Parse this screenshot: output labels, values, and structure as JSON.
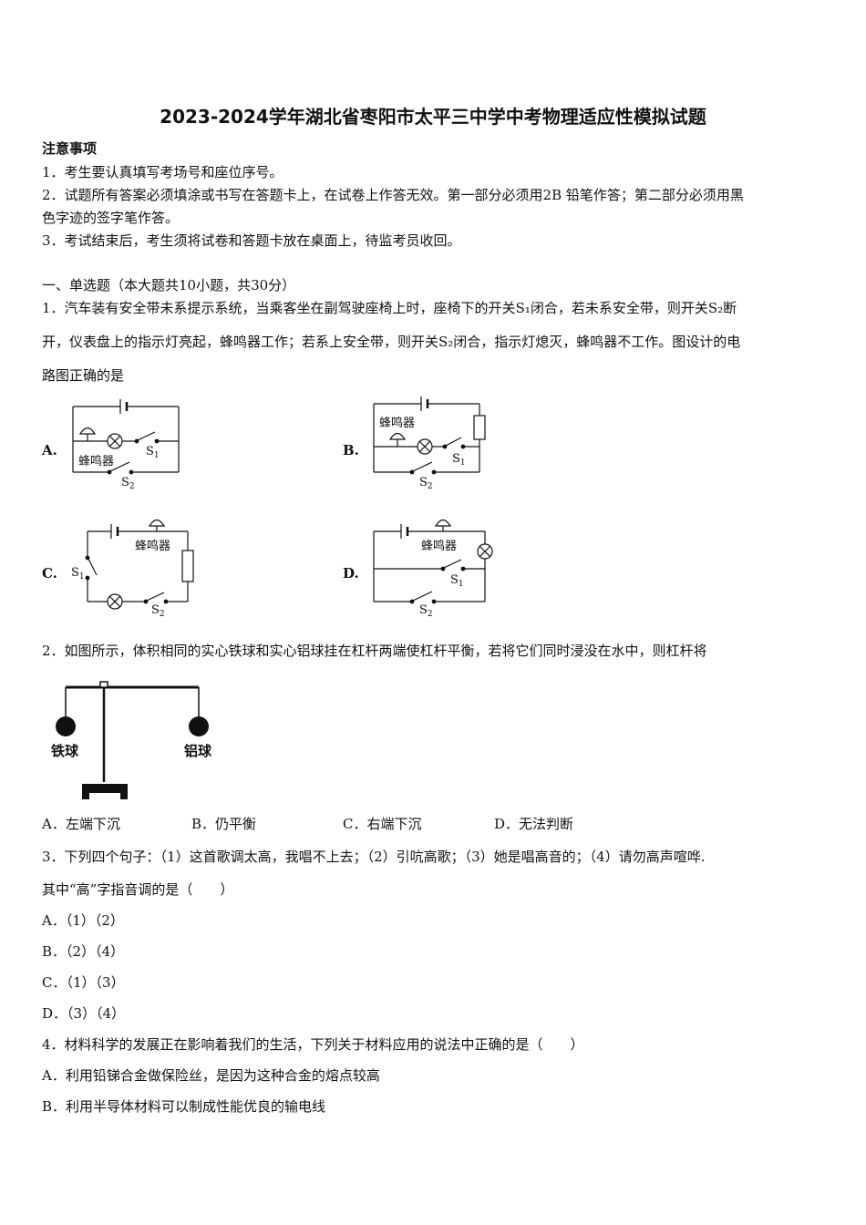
{
  "title": "2023-2024学年湖北省枣阳市太平三中学中考物理适应性模拟试题",
  "notice": {
    "heading": "注意事项",
    "items": [
      "1．考生要认真填写考场号和座位序号。",
      "2．试题所有答案必须填涂或书写在答题卡上，在试卷上作答无效。第一部分必须用2B 铅笔作答；第二部分必须用黑",
      "色字迹的签字笔作答。",
      "3．考试结束后，考生须将试卷和答题卡放在桌面上，待监考员收回。"
    ]
  },
  "section": "一、单选题（本大题共10小题，共30分）",
  "q1": {
    "lines": [
      "1．汽车装有安全带未系提示系统，当乘客坐在副驾驶座椅上时，座椅下的开关S₁闭合，若未系安全带，则开关S₂断",
      "开，仪表盘上的指示灯亮起，蜂鸣器工作；若系上安全带，则开关S₂闭合，指示灯熄灭，蜂鸣器不工作。图设计的电",
      "路图正确的是"
    ],
    "option_labels": [
      "A.",
      "B.",
      "C.",
      "D."
    ],
    "buzzer": "蜂鸣器",
    "s1": "S",
    "s2": "S",
    "sub1": "1",
    "sub2": "2"
  },
  "q2": {
    "text": "2．如图所示，体积相同的实心铁球和实心铝球挂在杠杆两端使杠杆平衡，若将它们同时浸没在水中，则杠杆将",
    "iron": "铁球",
    "aluminum": "铝球",
    "options": [
      "A．左端下沉",
      "B．仍平衡",
      "C．右端下沉",
      "D．无法判断"
    ]
  },
  "q3": {
    "lines": [
      "3．下列四个句子：（1）这首歌调太高，我唱不上去；（2）引吭高歌；（3）她是唱高音的；（4）请勿高声喧哗.",
      "其中“高”字指音调的是（　　）"
    ],
    "options": [
      "A．（1）（2）",
      "B．（2）（4）",
      "C．（1）（3）",
      "D．（3）（4）"
    ]
  },
  "q4": {
    "text": "4．材料科学的发展正在影响着我们的生活，下列关于材料应用的说法中正确的是（　　）",
    "options": [
      "A．利用铅锑合金做保险丝，是因为这种合金的熔点较高",
      "B．利用半导体材料可以制成性能优良的输电线"
    ]
  }
}
